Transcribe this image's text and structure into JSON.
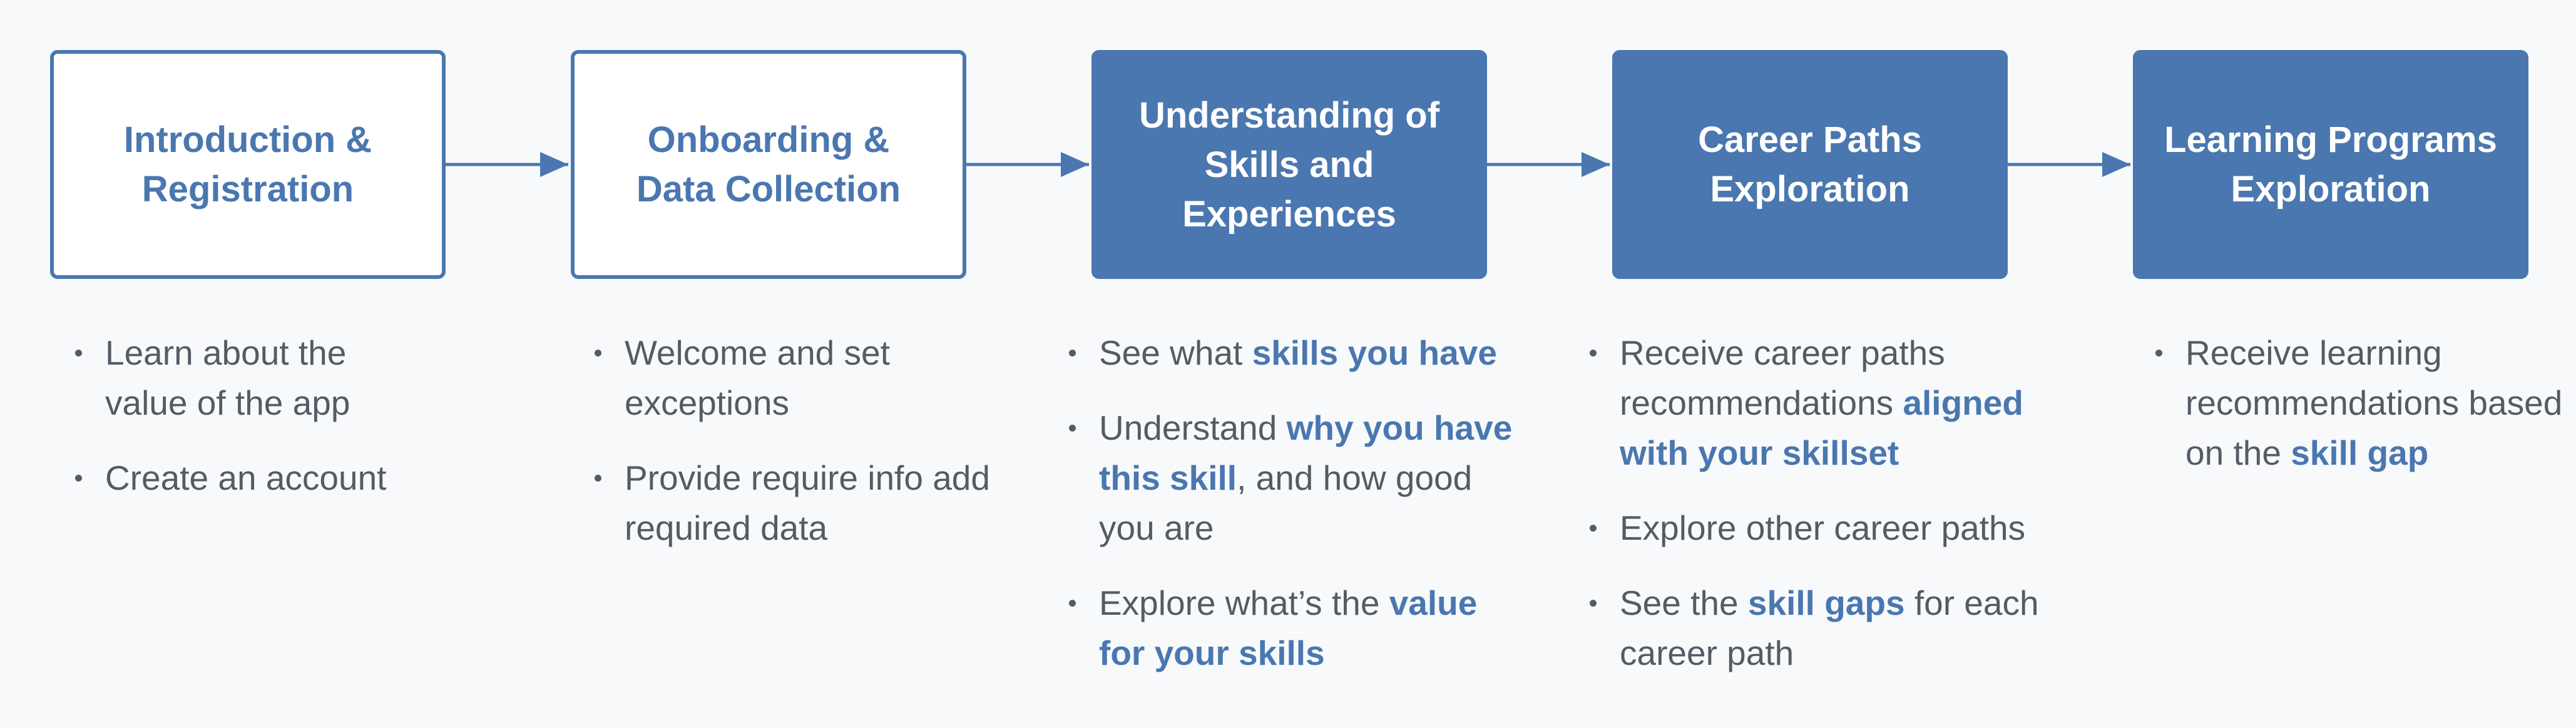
{
  "colors": {
    "accent": "#4a77af",
    "text": "#555b65",
    "background": "#f7f9fb",
    "box_fill_light": "#ffffff"
  },
  "steps": [
    {
      "title": "Introduction &\nRegistration",
      "style": "outline",
      "bullets": [
        [
          {
            "t": "Learn about the value of the app",
            "h": false
          }
        ],
        [
          {
            "t": "Create an account",
            "h": false
          }
        ]
      ]
    },
    {
      "title": "Onboarding &\nData Collection",
      "style": "outline",
      "bullets": [
        [
          {
            "t": "Welcome and set exceptions",
            "h": false
          }
        ],
        [
          {
            "t": "Provide require info add required data",
            "h": false
          }
        ]
      ]
    },
    {
      "title": "Understanding of\nSkills and\nExperiences",
      "style": "filled",
      "bullets": [
        [
          {
            "t": "See what ",
            "h": false
          },
          {
            "t": "skills you have",
            "h": true
          }
        ],
        [
          {
            "t": "Understand ",
            "h": false
          },
          {
            "t": "why you have this skill",
            "h": true
          },
          {
            "t": ", and how good you are",
            "h": false
          }
        ],
        [
          {
            "t": "Explore what’s the ",
            "h": false
          },
          {
            "t": "value for your skills",
            "h": true
          }
        ]
      ]
    },
    {
      "title": "Career Paths\nExploration",
      "style": "filled",
      "bullets": [
        [
          {
            "t": "Receive career paths recommendations ",
            "h": false
          },
          {
            "t": "aligned with your skillset",
            "h": true
          }
        ],
        [
          {
            "t": "Explore other career paths",
            "h": false
          }
        ],
        [
          {
            "t": "See the ",
            "h": false
          },
          {
            "t": "skill gaps",
            "h": true
          },
          {
            "t": " for each career path",
            "h": false
          }
        ]
      ]
    },
    {
      "title": "Learning Programs\nExploration",
      "style": "filled",
      "bullets": [
        [
          {
            "t": "Receive learning recommendations based on the ",
            "h": false
          },
          {
            "t": "skill gap",
            "h": true
          }
        ]
      ]
    }
  ]
}
